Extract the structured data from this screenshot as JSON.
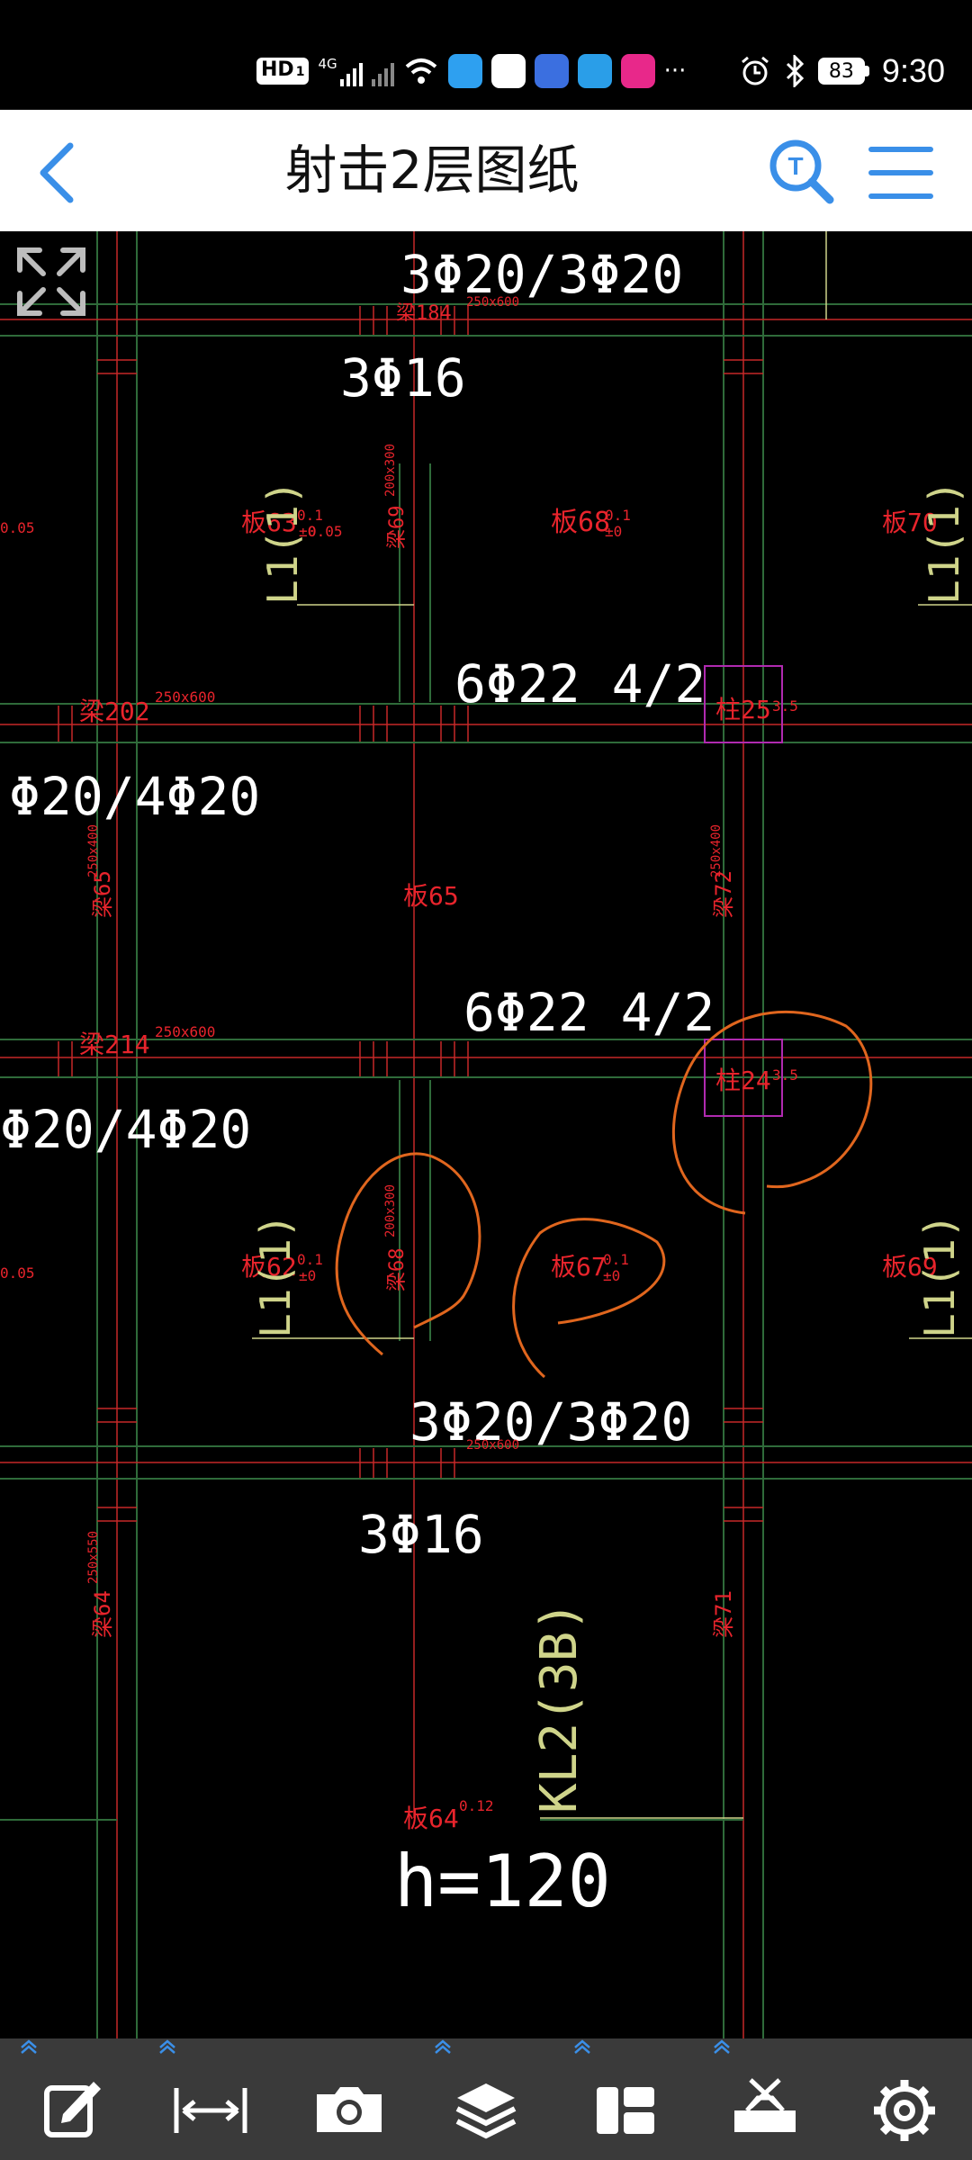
{
  "status_bar": {
    "network_badge": "HD",
    "network_badge_sub": "1",
    "signal_label": "4G",
    "battery": "83",
    "time": "9:30",
    "more": "···"
  },
  "header": {
    "title": "射击2层图纸",
    "search_icon_letter": "T"
  },
  "drawing": {
    "labels": [
      {
        "text": "3Φ20/3Φ20",
        "color": "#ffffff"
      },
      {
        "text": "梁184",
        "color": "#e8242c"
      },
      {
        "text": "3Φ16",
        "color": "#ffffff"
      },
      {
        "text": "板63",
        "color": "#e8242c"
      },
      {
        "text": "板68",
        "color": "#e8242c"
      },
      {
        "text": "板70",
        "color": "#e8242c"
      },
      {
        "text": "6Φ22 4/2",
        "color": "#ffffff"
      },
      {
        "text": "梁202",
        "color": "#e8242c"
      },
      {
        "text": "柱25",
        "color": "#e8242c"
      },
      {
        "text": "Φ20/4Φ20",
        "color": "#ffffff"
      },
      {
        "text": "板65",
        "color": "#e8242c"
      },
      {
        "text": "6Φ22 4/2",
        "color": "#ffffff"
      },
      {
        "text": "梁214",
        "color": "#e8242c"
      },
      {
        "text": "柱24",
        "color": "#e8242c"
      },
      {
        "text": "Φ20/4Φ20",
        "color": "#ffffff"
      },
      {
        "text": "板62",
        "color": "#e8242c"
      },
      {
        "text": "板67",
        "color": "#e8242c"
      },
      {
        "text": "板69",
        "color": "#e8242c"
      },
      {
        "text": "3Φ20/3Φ20",
        "color": "#ffffff"
      },
      {
        "text": "3Φ16",
        "color": "#ffffff"
      },
      {
        "text": "板64",
        "color": "#e8242c"
      },
      {
        "text": "h=120",
        "color": "#ffffff"
      },
      {
        "text": "KL2(3B)",
        "color": "#cfd48a"
      },
      {
        "text": "L1(1)",
        "color": "#cfd48a"
      },
      {
        "text": "梁65",
        "color": "#e8242c"
      },
      {
        "text": "梁72",
        "color": "#e8242c"
      },
      {
        "text": "梁64",
        "color": "#e8242c"
      },
      {
        "text": "梁71",
        "color": "#e8242c"
      },
      {
        "text": "梁69",
        "color": "#e8242c"
      },
      {
        "text": "梁68",
        "color": "#e8242c"
      },
      {
        "text": "250x600",
        "color": "#e8242c"
      },
      {
        "text": "250x400",
        "color": "#e8242c"
      },
      {
        "text": "250x550",
        "color": "#e8242c"
      },
      {
        "text": "200x300",
        "color": "#e8242c"
      },
      {
        "text": "0.1",
        "color": "#e8242c"
      },
      {
        "text": "±0",
        "color": "#e8242c"
      },
      {
        "text": "0.05",
        "color": "#e8242c"
      },
      {
        "text": "0.12",
        "color": "#e8242c"
      },
      {
        "text": "3.5",
        "color": "#e8242c"
      }
    ],
    "annotation_color": "#e0661e"
  },
  "toolbar": {
    "items": [
      {
        "name": "annotate",
        "icon": "edit-icon"
      },
      {
        "name": "measure",
        "icon": "measure-icon"
      },
      {
        "name": "camera",
        "icon": "camera-icon"
      },
      {
        "name": "layers",
        "icon": "layers-icon"
      },
      {
        "name": "layout",
        "icon": "layout-icon"
      },
      {
        "name": "tools",
        "icon": "toolbox-icon"
      },
      {
        "name": "settings",
        "icon": "gear-icon"
      }
    ],
    "accent": "#3a8fe8"
  }
}
